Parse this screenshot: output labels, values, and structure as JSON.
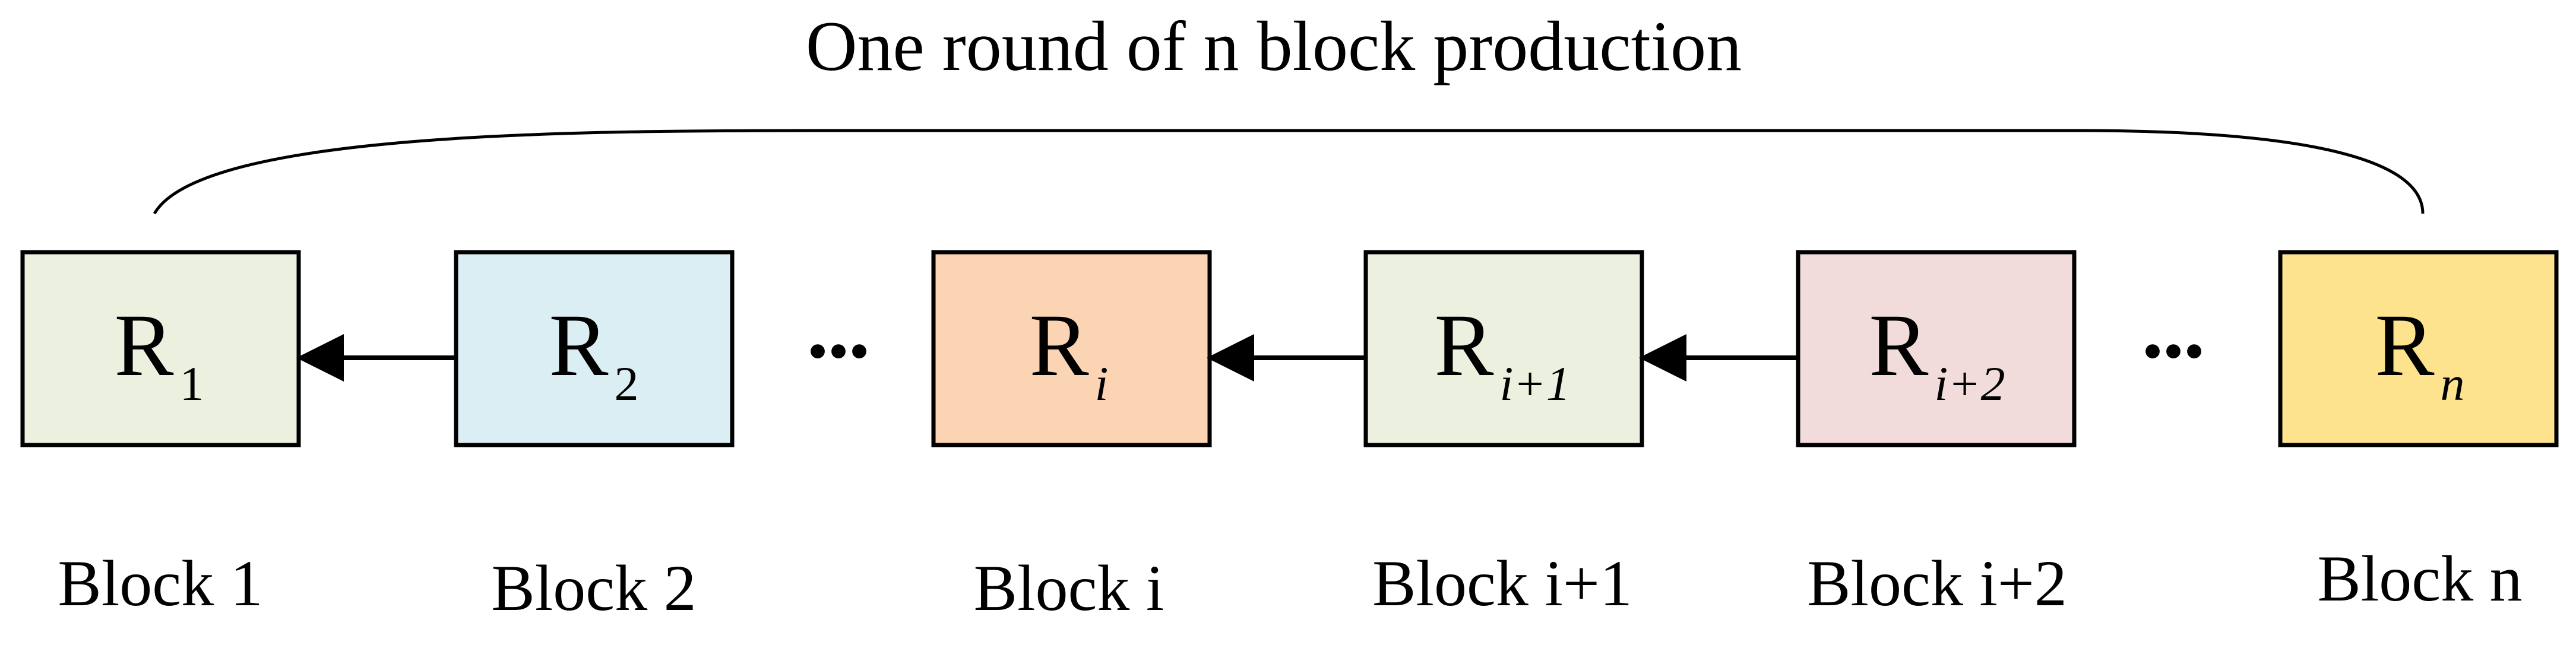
{
  "diagram": {
    "title": "One round of n block production",
    "ellipsis": "•••",
    "colors": {
      "border": "#000000",
      "arrow": "#000000",
      "bracket": "#000000"
    },
    "blocks": [
      {
        "main": "R",
        "sub": "1",
        "sub_italic": false,
        "label": "Block 1",
        "fill": "#ebf1de"
      },
      {
        "main": "R",
        "sub": "2",
        "sub_italic": false,
        "label": "Block 2",
        "fill": "#daeef3"
      },
      {
        "main": "R",
        "sub": "i",
        "sub_italic": true,
        "label": "Block i",
        "fill": "#fbd4b4"
      },
      {
        "main": "R",
        "sub": "i+1",
        "sub_italic": true,
        "label": "Block i+1",
        "fill": "#ebf1de"
      },
      {
        "main": "R",
        "sub": "i+2",
        "sub_italic": true,
        "label": "Block i+2",
        "fill": "#f2dcdb"
      },
      {
        "main": "R",
        "sub": "n",
        "sub_italic": true,
        "label": "Block n",
        "fill": "#fde38e"
      }
    ]
  }
}
